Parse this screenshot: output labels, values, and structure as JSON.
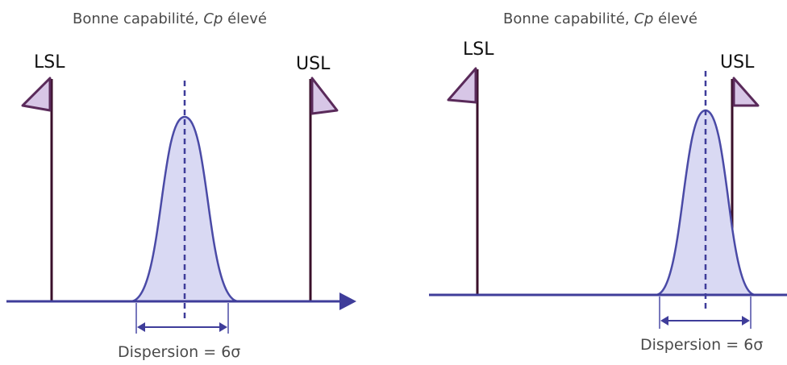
{
  "panels": [
    {
      "title_main": "Bonne capabilité, ",
      "title_italic": "Cp",
      "title_end": " élevé",
      "lsl_label": "LSL",
      "usl_label": "USL",
      "dispersion_label": "Dispersion = 6σ"
    },
    {
      "title_main": "Bonne capabilité, ",
      "title_italic": "Cp",
      "title_end": " élevé",
      "lsl_label": "LSL",
      "usl_label": "USL",
      "dispersion_label": "Dispersion = 6σ"
    }
  ],
  "colors": {
    "axis": "#3f3d9a",
    "curve_fill": "#d9d9f3",
    "curve_stroke": "#4a4aa6",
    "flag_fill": "#d7c6e6",
    "flag_stroke": "#5a2a5a",
    "pole": "#3a0f2a",
    "mean_line": "#3f3d9a"
  }
}
